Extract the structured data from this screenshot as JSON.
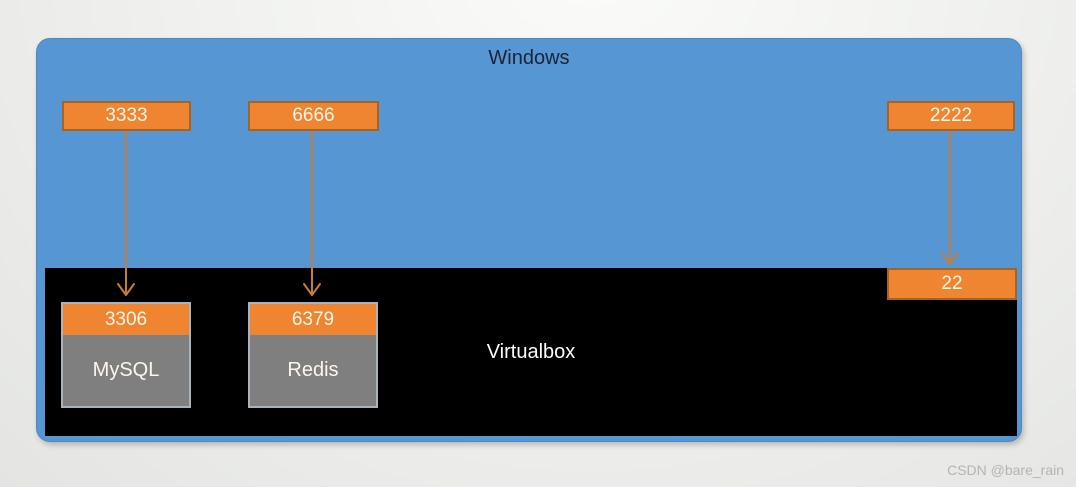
{
  "page": {
    "watermark": "CSDN @bare_rain"
  },
  "colors": {
    "host-fill": "#5596d3",
    "host-edge": "#4d88c2",
    "host-label": "#1c2333",
    "guest-fill": "#000000",
    "guest-label": "#ffffff",
    "port-fill": "#ef8431",
    "port-edge": "#a8641f",
    "port-text": "#fdf6ea",
    "service-fill": "#7f7f7f",
    "service-edge": "#a9b3bc",
    "arrow": "#c87c3a",
    "watermark": "#b4b4b2"
  },
  "diagram": {
    "host": {
      "label": "Windows"
    },
    "guest": {
      "label": "Virtualbox"
    },
    "mappings": [
      {
        "host_port": "3333",
        "guest_port": "3306",
        "service": "MySQL"
      },
      {
        "host_port": "6666",
        "guest_port": "6379",
        "service": "Redis"
      },
      {
        "host_port": "2222",
        "guest_port": "22",
        "service": ""
      }
    ]
  }
}
